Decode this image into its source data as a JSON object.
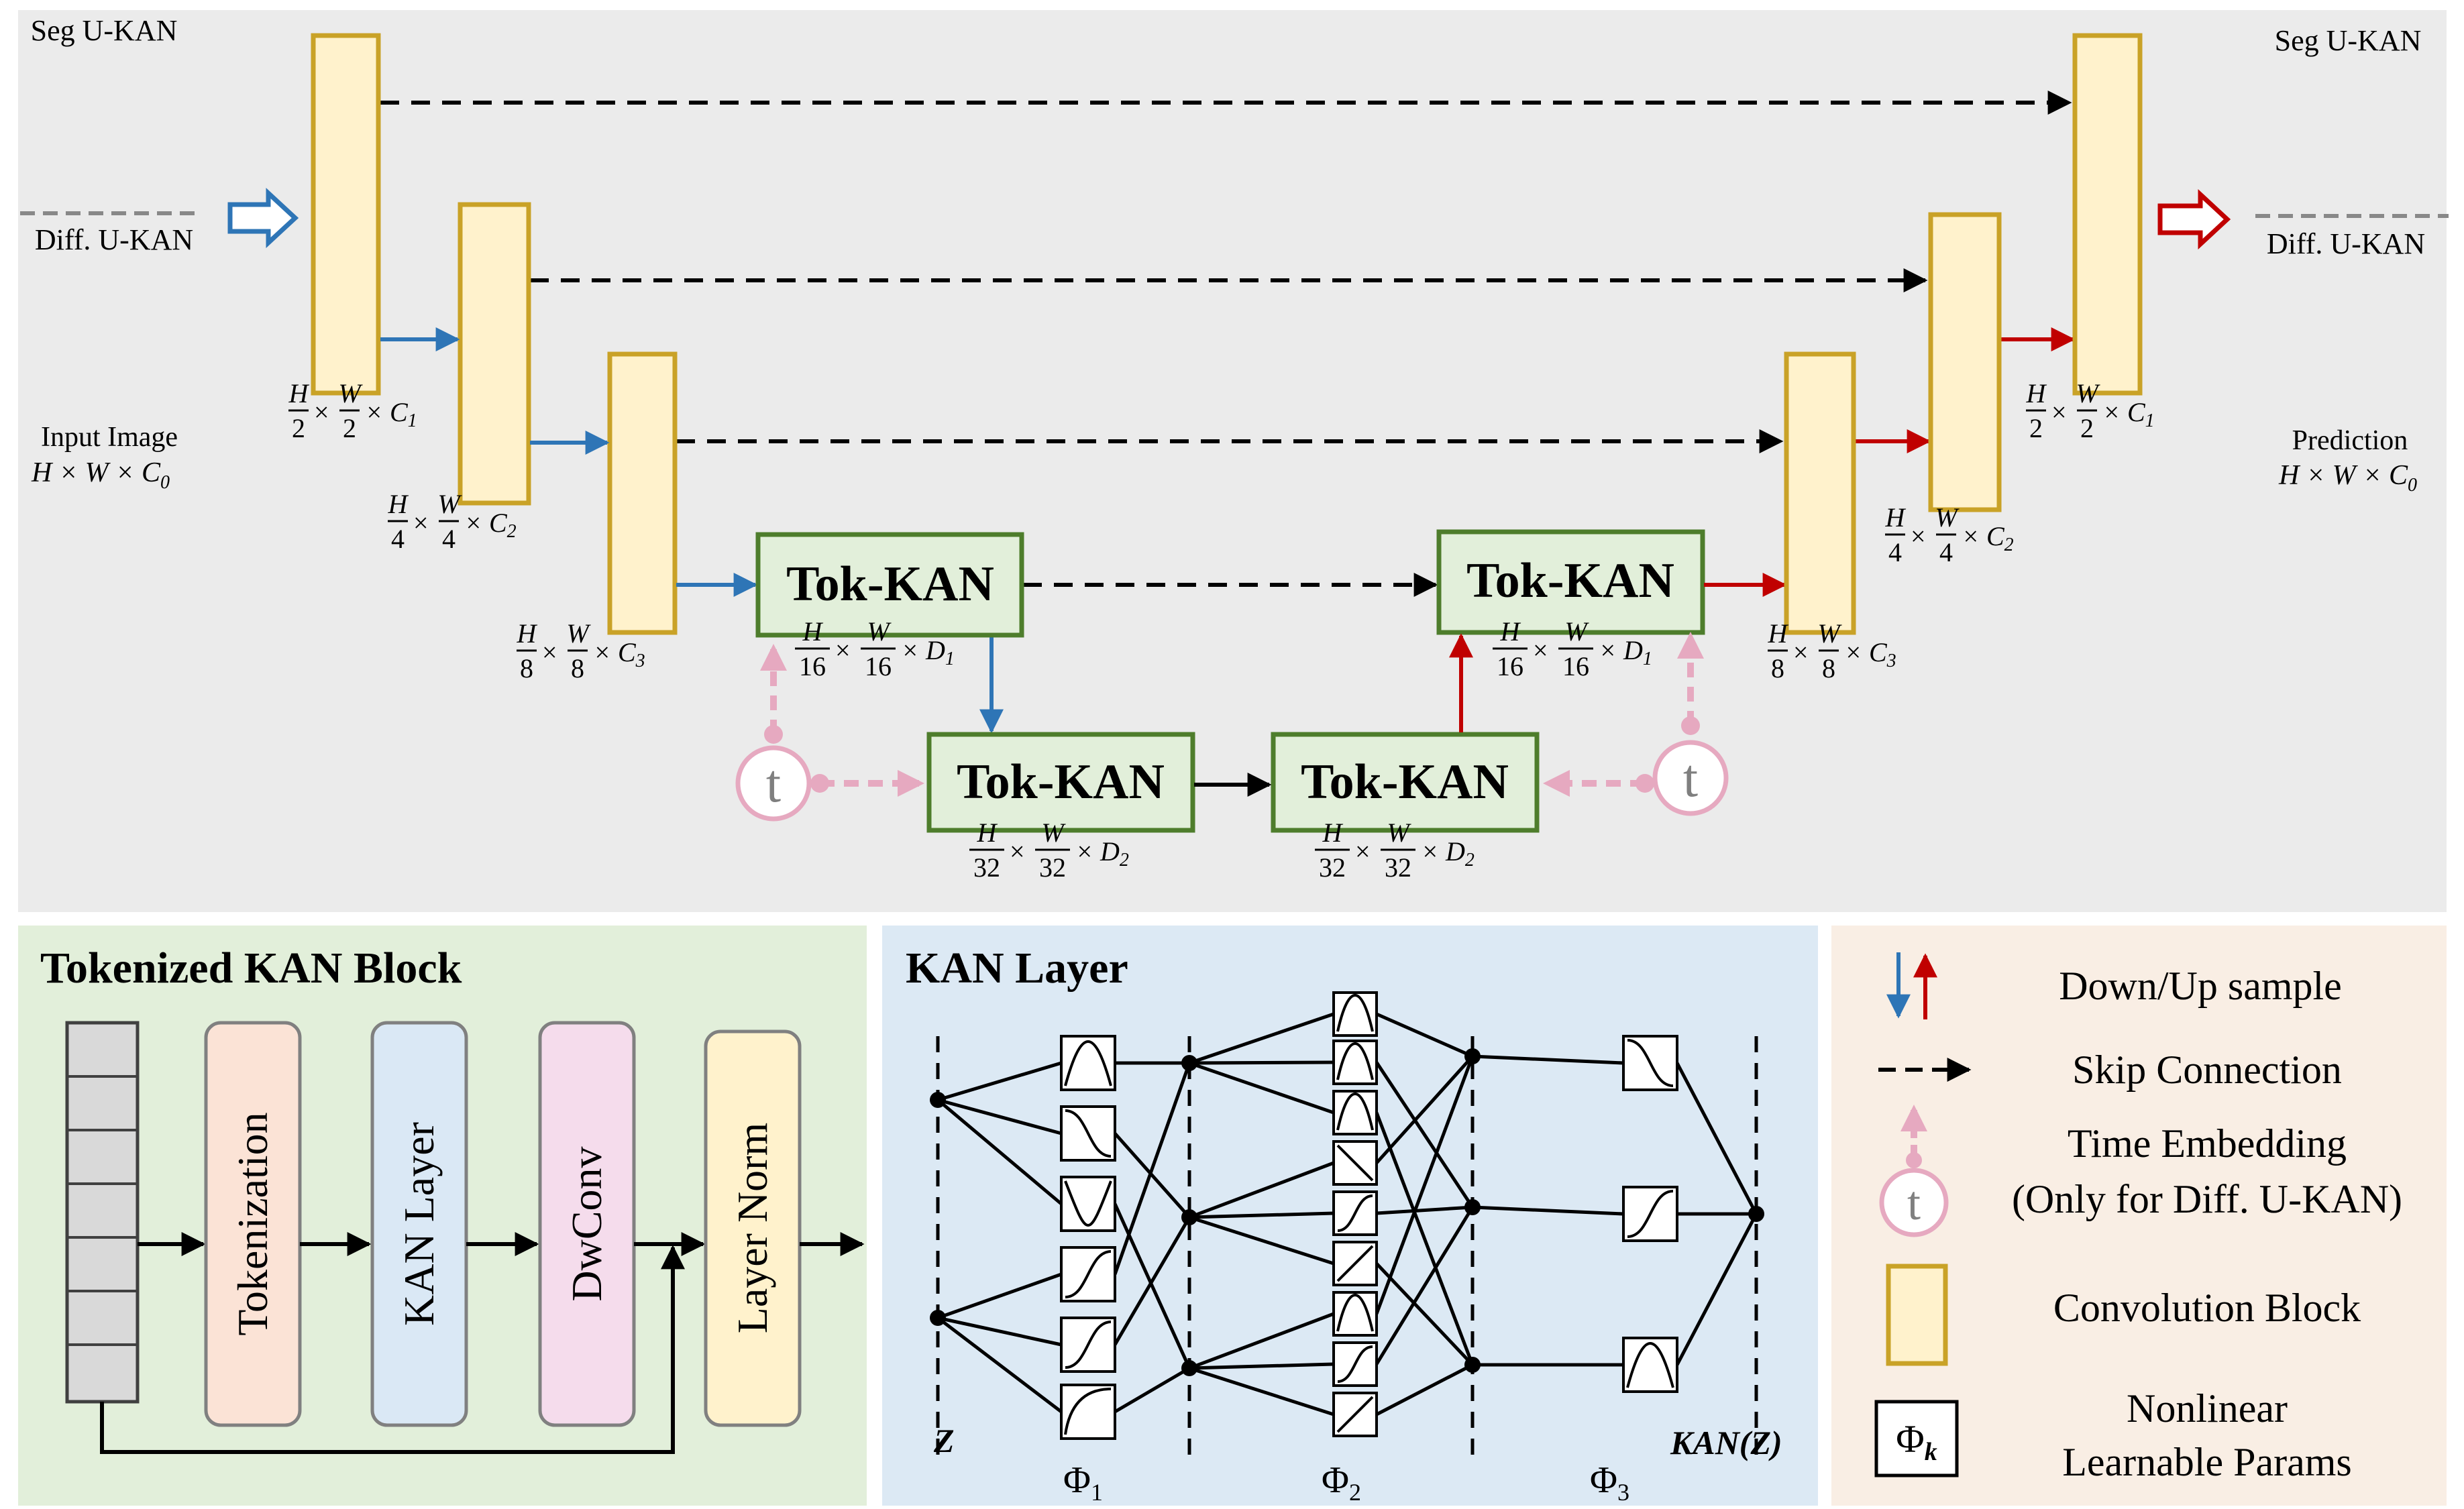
{
  "top": {
    "left_label_seg": "Seg U-KAN",
    "left_label_diff": "Diff. U-KAN",
    "input_line1": "Input Image",
    "input_line2": "H × W × C",
    "input_sub": "0",
    "right_label_seg": "Seg U-KAN",
    "right_label_diff": "Diff. U-KAN",
    "pred_line1": "Prediction",
    "pred_line2": "H × W × C",
    "pred_sub": "0",
    "tok_kan": "Tok-KAN",
    "t_symbol": "t"
  },
  "dims": {
    "e1": {
      "num1": "H",
      "den1": "2",
      "num2": "W",
      "den2": "2",
      "tail": "× C",
      "sub": "1"
    },
    "e2": {
      "num1": "H",
      "den1": "4",
      "num2": "W",
      "den2": "4",
      "tail": "× C",
      "sub": "2"
    },
    "e3": {
      "num1": "H",
      "den1": "8",
      "num2": "W",
      "den2": "8",
      "tail": "× C",
      "sub": "3"
    },
    "t1": {
      "num1": "H",
      "den1": "16",
      "num2": "W",
      "den2": "16",
      "tail": "× D",
      "sub": "1"
    },
    "b1": {
      "num1": "H",
      "den1": "32",
      "num2": "W",
      "den2": "32",
      "tail": "× D",
      "sub": "2"
    },
    "b2": {
      "num1": "H",
      "den1": "32",
      "num2": "W",
      "den2": "32",
      "tail": "× D",
      "sub": "2"
    },
    "t2": {
      "num1": "H",
      "den1": "16",
      "num2": "W",
      "den2": "16",
      "tail": "× D",
      "sub": "1"
    },
    "d3": {
      "num1": "H",
      "den1": "8",
      "num2": "W",
      "den2": "8",
      "tail": "× C",
      "sub": "3"
    },
    "d2": {
      "num1": "H",
      "den1": "4",
      "num2": "W",
      "den2": "4",
      "tail": "× C",
      "sub": "2"
    },
    "d1": {
      "num1": "H",
      "den1": "2",
      "num2": "W",
      "den2": "2",
      "tail": "× C",
      "sub": "1"
    },
    "times": "×"
  },
  "tok_block": {
    "title": "Tokenized KAN Block",
    "steps": [
      "Tokenization",
      "KAN Layer",
      "DwConv",
      "Layer Norm"
    ]
  },
  "kan_layer": {
    "title": "KAN Layer",
    "z_label": "Z",
    "out_label": "KAN(Z)",
    "phi": "Φ",
    "phi_subs": [
      "1",
      "2",
      "3"
    ]
  },
  "legend": {
    "down_up": "Down/Up sample",
    "skip": "Skip Connection",
    "time1": "Time Embedding",
    "time2": "(Only for Diff. U-KAN)",
    "conv": "Convolution Block",
    "nonlin1": "Nonlinear",
    "nonlin2": "Learnable Params",
    "phi_k": "Φ",
    "phi_k_sub": "k",
    "t_symbol": "t"
  },
  "colors": {
    "gray_panel": "#ebebeb",
    "green_panel": "#e2efda",
    "blue_panel": "#dce9f4",
    "peach_panel": "#f9eee4",
    "conv_fill": "#fff2cc",
    "conv_stroke": "#c9a227",
    "tok_fill": "#e2efda",
    "tok_stroke": "#4e7d2c",
    "down_arrow": "#2e75b6",
    "up_arrow": "#c00000",
    "time_embed": "#e6a9c0",
    "tokenization_fill": "#fbe3d6",
    "kanlayer_fill": "#dae8f5",
    "dwconv_fill": "#f5dcec",
    "layernorm_fill": "#fff2cc"
  }
}
